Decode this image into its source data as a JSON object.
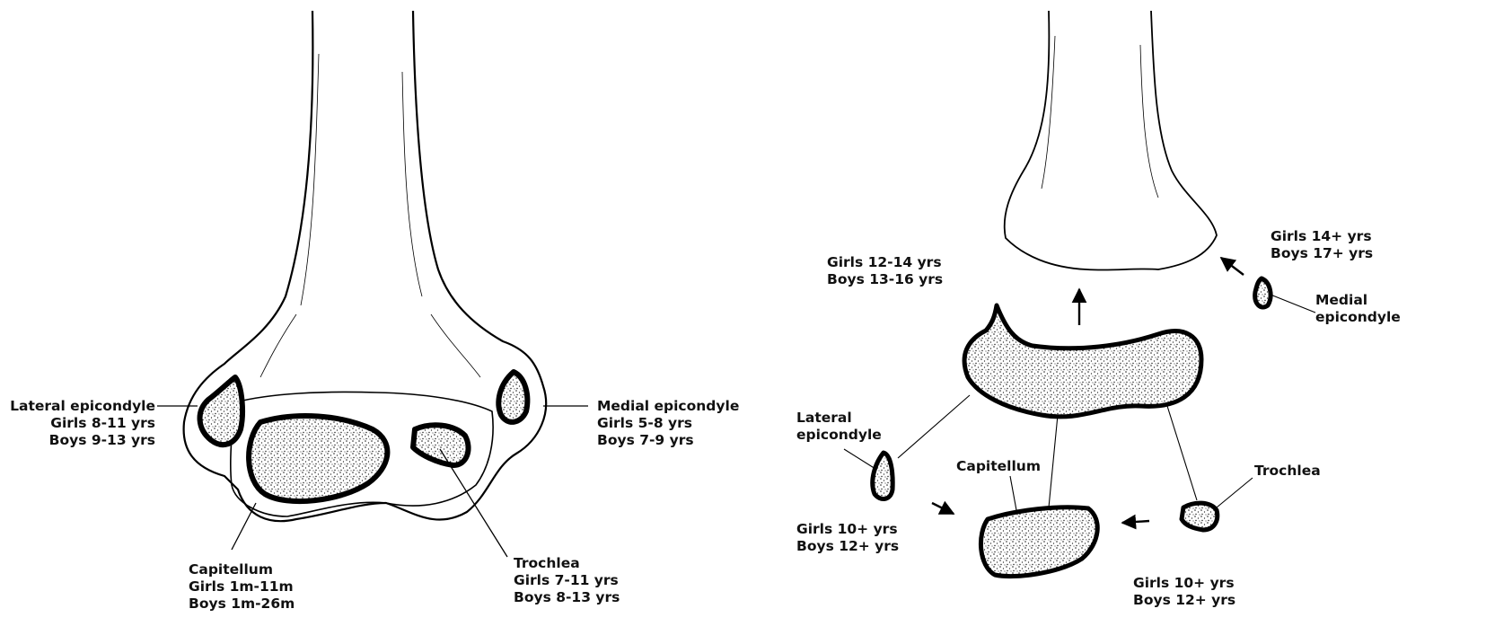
{
  "left_diagram": {
    "lateral_epicondyle": {
      "name": "Lateral epicondyle",
      "girls": "Girls 8-11 yrs",
      "boys": "Boys 9-13 yrs"
    },
    "medial_epicondyle": {
      "name": "Medial epicondyle",
      "girls": "Girls 5-8 yrs",
      "boys": "Boys 7-9 yrs"
    },
    "capitellum": {
      "name": "Capitellum",
      "girls": "Girls 1m-11m",
      "boys": "Boys 1m-26m"
    },
    "trochlea": {
      "name": "Trochlea",
      "girls": "Girls 7-11 yrs",
      "boys": "Boys 8-13 yrs"
    }
  },
  "right_diagram": {
    "fusion_main": {
      "girls": "Girls 12-14 yrs",
      "boys": "Boys 13-16 yrs"
    },
    "medial_epicondyle": {
      "line1": "Medial",
      "line2": "epicondyle",
      "girls": "Girls 14+ yrs",
      "boys": "Boys 17+ yrs"
    },
    "lateral_epicondyle": {
      "line1": "Lateral",
      "line2": "epicondyle",
      "girls": "Girls 10+ yrs",
      "boys": "Boys 12+ yrs"
    },
    "capitellum": {
      "name": "Capitellum"
    },
    "trochlea": {
      "name": "Trochlea",
      "girls": "Girls 10+ yrs",
      "boys": "Boys 12+ yrs"
    }
  }
}
